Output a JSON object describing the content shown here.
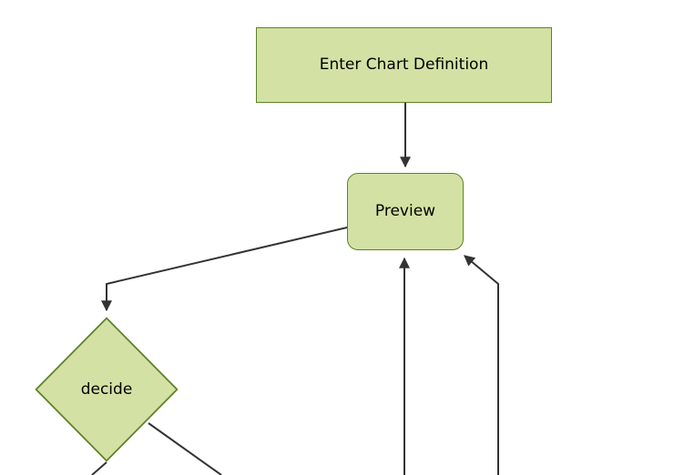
{
  "diagram": {
    "type": "flowchart",
    "background_color": "#ffffff",
    "node_fill_color": "#d3e2a4",
    "node_stroke_color": "#5d8229",
    "edge_color": "#333333",
    "text_color": "#000000"
  },
  "nodes": {
    "enter_chart_definition": {
      "label": "Enter Chart Definition",
      "shape": "rectangle"
    },
    "preview": {
      "label": "Preview",
      "shape": "rounded-rectangle"
    },
    "decide": {
      "label": "decide",
      "shape": "diamond"
    }
  },
  "edges": [
    {
      "name": "enter-to-preview",
      "from": "enter_chart_definition",
      "to": "preview",
      "label": ""
    },
    {
      "name": "preview-to-decide",
      "from": "preview",
      "to": "decide",
      "label": ""
    },
    {
      "name": "decide-out-left",
      "from": "decide",
      "to": "",
      "label": ""
    },
    {
      "name": "decide-out-right",
      "from": "decide",
      "to": "",
      "label": ""
    },
    {
      "name": "incoming-center-to-preview",
      "from": "",
      "to": "preview",
      "label": ""
    },
    {
      "name": "incoming-right-to-preview",
      "from": "",
      "to": "preview",
      "label": ""
    }
  ]
}
